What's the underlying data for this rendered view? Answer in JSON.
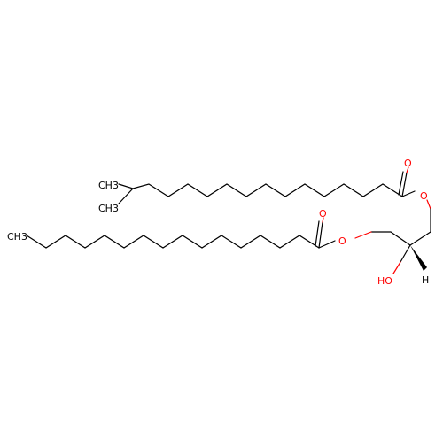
{
  "molecule": {
    "labels": {
      "methyl_a": "CH3",
      "methyl_b": "CH3",
      "ethyl_terminal": "CH3",
      "carbonyl_o_upper": "O",
      "ester_o_upper": "O",
      "carbonyl_o_lower": "O",
      "ester_o_lower": "O",
      "hydroxyl": "HO",
      "stereo_h": "H"
    },
    "colors": {
      "carbon": "#000000",
      "oxygen": "#ff0000",
      "background": "#ffffff"
    }
  }
}
